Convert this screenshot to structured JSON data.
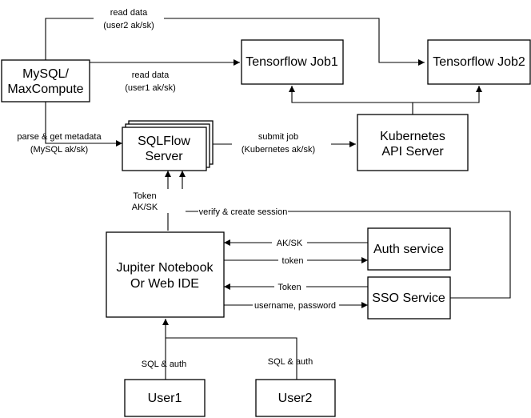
{
  "nodes": {
    "mysql": [
      "MySQL/",
      "MaxCompute"
    ],
    "tf_job1": [
      "Tensorflow Job1"
    ],
    "tf_job2": [
      "Tensorflow Job2"
    ],
    "sqlflow": [
      "SQLFlow",
      "Server"
    ],
    "k8s": [
      "Kubernetes",
      "API Server"
    ],
    "jupyter": [
      "Jupiter Notebook",
      "Or Web IDE"
    ],
    "auth": [
      "Auth service"
    ],
    "sso": [
      "SSO Service"
    ],
    "user1": [
      "User1"
    ],
    "user2": [
      "User2"
    ]
  },
  "edges": {
    "mysql_to_job2": [
      "read data",
      "(user2 ak/sk)"
    ],
    "mysql_to_job1": [
      "read data",
      "(user1 ak/sk)"
    ],
    "mysql_to_sqlflow": [
      "parse & get metadata",
      "(MySQL ak/sk)"
    ],
    "sqlflow_to_k8s": [
      "submit job",
      "(Kubernetes ak/sk)"
    ],
    "jupyter_to_sqlflow": [
      "Token",
      "AK/SK"
    ],
    "sso_to_sqlflow": [
      "verify & create session"
    ],
    "auth_to_jupyter": [
      "AK/SK"
    ],
    "jupyter_to_auth": [
      "token"
    ],
    "sso_to_jupyter": [
      "Token"
    ],
    "jupyter_to_sso": [
      "username, password"
    ],
    "user1_to_jupyter": [
      "SQL & auth"
    ],
    "user2_to_jupyter": [
      "SQL & auth"
    ],
    "k8s_to_jobs": []
  }
}
